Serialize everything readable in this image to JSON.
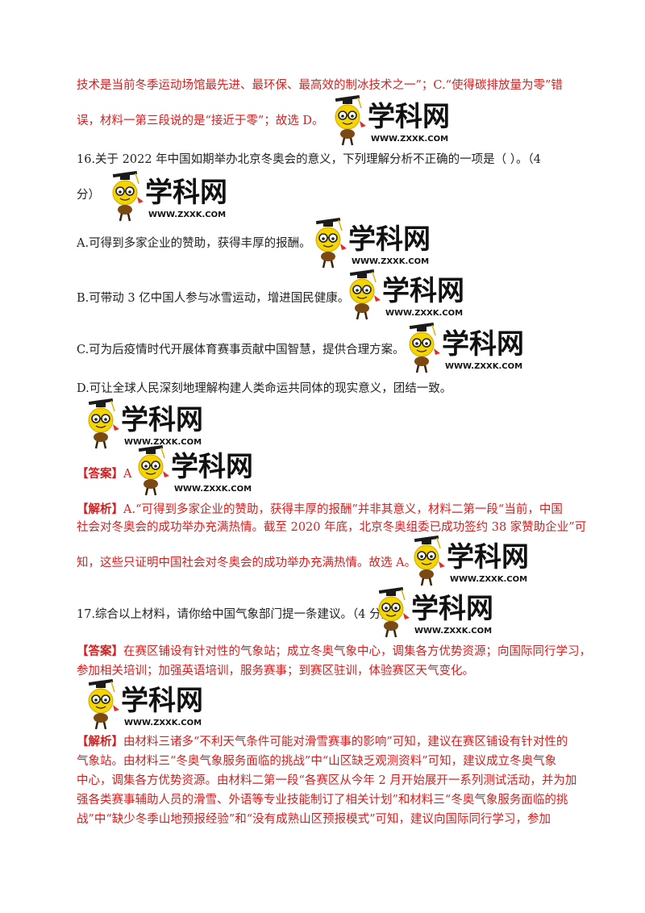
{
  "logo": {
    "brand": "学科网",
    "url": "WWW.ZXXK.COM"
  },
  "q15_tail": {
    "line1": "技术是当前冬季运动场馆最先进、最环保、最高效的制冰技术之一”；C.“使得碳排放量为零”错",
    "line2": "误，材料一第三段说的是“接近于零”；故选 D。"
  },
  "q16": {
    "stem_line1": "16.关于 2022 年中国如期举办北京冬奥会的意义，下列理解分析不正确的一项是（          ）。（4",
    "stem_line2": "分）",
    "options": {
      "a": "A.可得到多家企业的赞助，获得丰厚的报酬。",
      "b": "B.可带动 3 亿中国人参与冰雪运动，增进国民健康。",
      "c": "C.可为后疫情时代开展体育赛事贡献中国智慧，提供合理方案。",
      "d": "D.可让全球人民深刻地理解构建人类命运共同体的现实意义，团结一致。"
    },
    "answer_tag": "【答案】",
    "answer": "A",
    "analysis_tag": "【解析】",
    "analysis_line1": "A.“可得到多家企业的赞助，获得丰厚的报酬”并非其意义，材料二第一段“当前，中国",
    "analysis_line2": "社会对冬奥会的成功举办充满热情。截至 2020 年底，北京冬奥组委已成功签约 38 家赞助企业”可",
    "analysis_line3": "知，这些只证明中国社会对冬奥会的成功举办充满热情。故选 A。"
  },
  "q17": {
    "stem": "17.综合以上材料，请你给中国气象部门提一条建议。（4 分）",
    "answer_tag": "【答案】",
    "answer_line1": "在赛区铺设有针对性的气象站；成立冬奥气象中心，调集各方优势资源；向国际同行学习，",
    "answer_line2": "参加相关培训；加强英语培训，服务赛事；到赛区驻训，体验赛区天气变化。",
    "analysis_tag": "【解析】",
    "analysis_line1": "由材料三诸多“不利天气条件可能对滑雪赛事的影响”可知，建议在赛区铺设有针对性的",
    "analysis_line2": "气象站。由材料三“冬奥气象服务面临的挑战”中“山区缺乏观测资料”可知，建议成立冬奥气象",
    "analysis_line3": "中心，调集各方优势资源。由材料二第一段“各赛区从今年 2 月开始展开一系列测试活动，并为加",
    "analysis_line4": "强各类赛事辅助人员的滑雪、外语等专业技能制订了相关计划”和材料三“冬奥气象服务面临的挑",
    "analysis_line5": "战”中“缺少冬季山地预报经验”和“没有成熟山区预报模式”可知，建议向国际同行学习，参加"
  }
}
